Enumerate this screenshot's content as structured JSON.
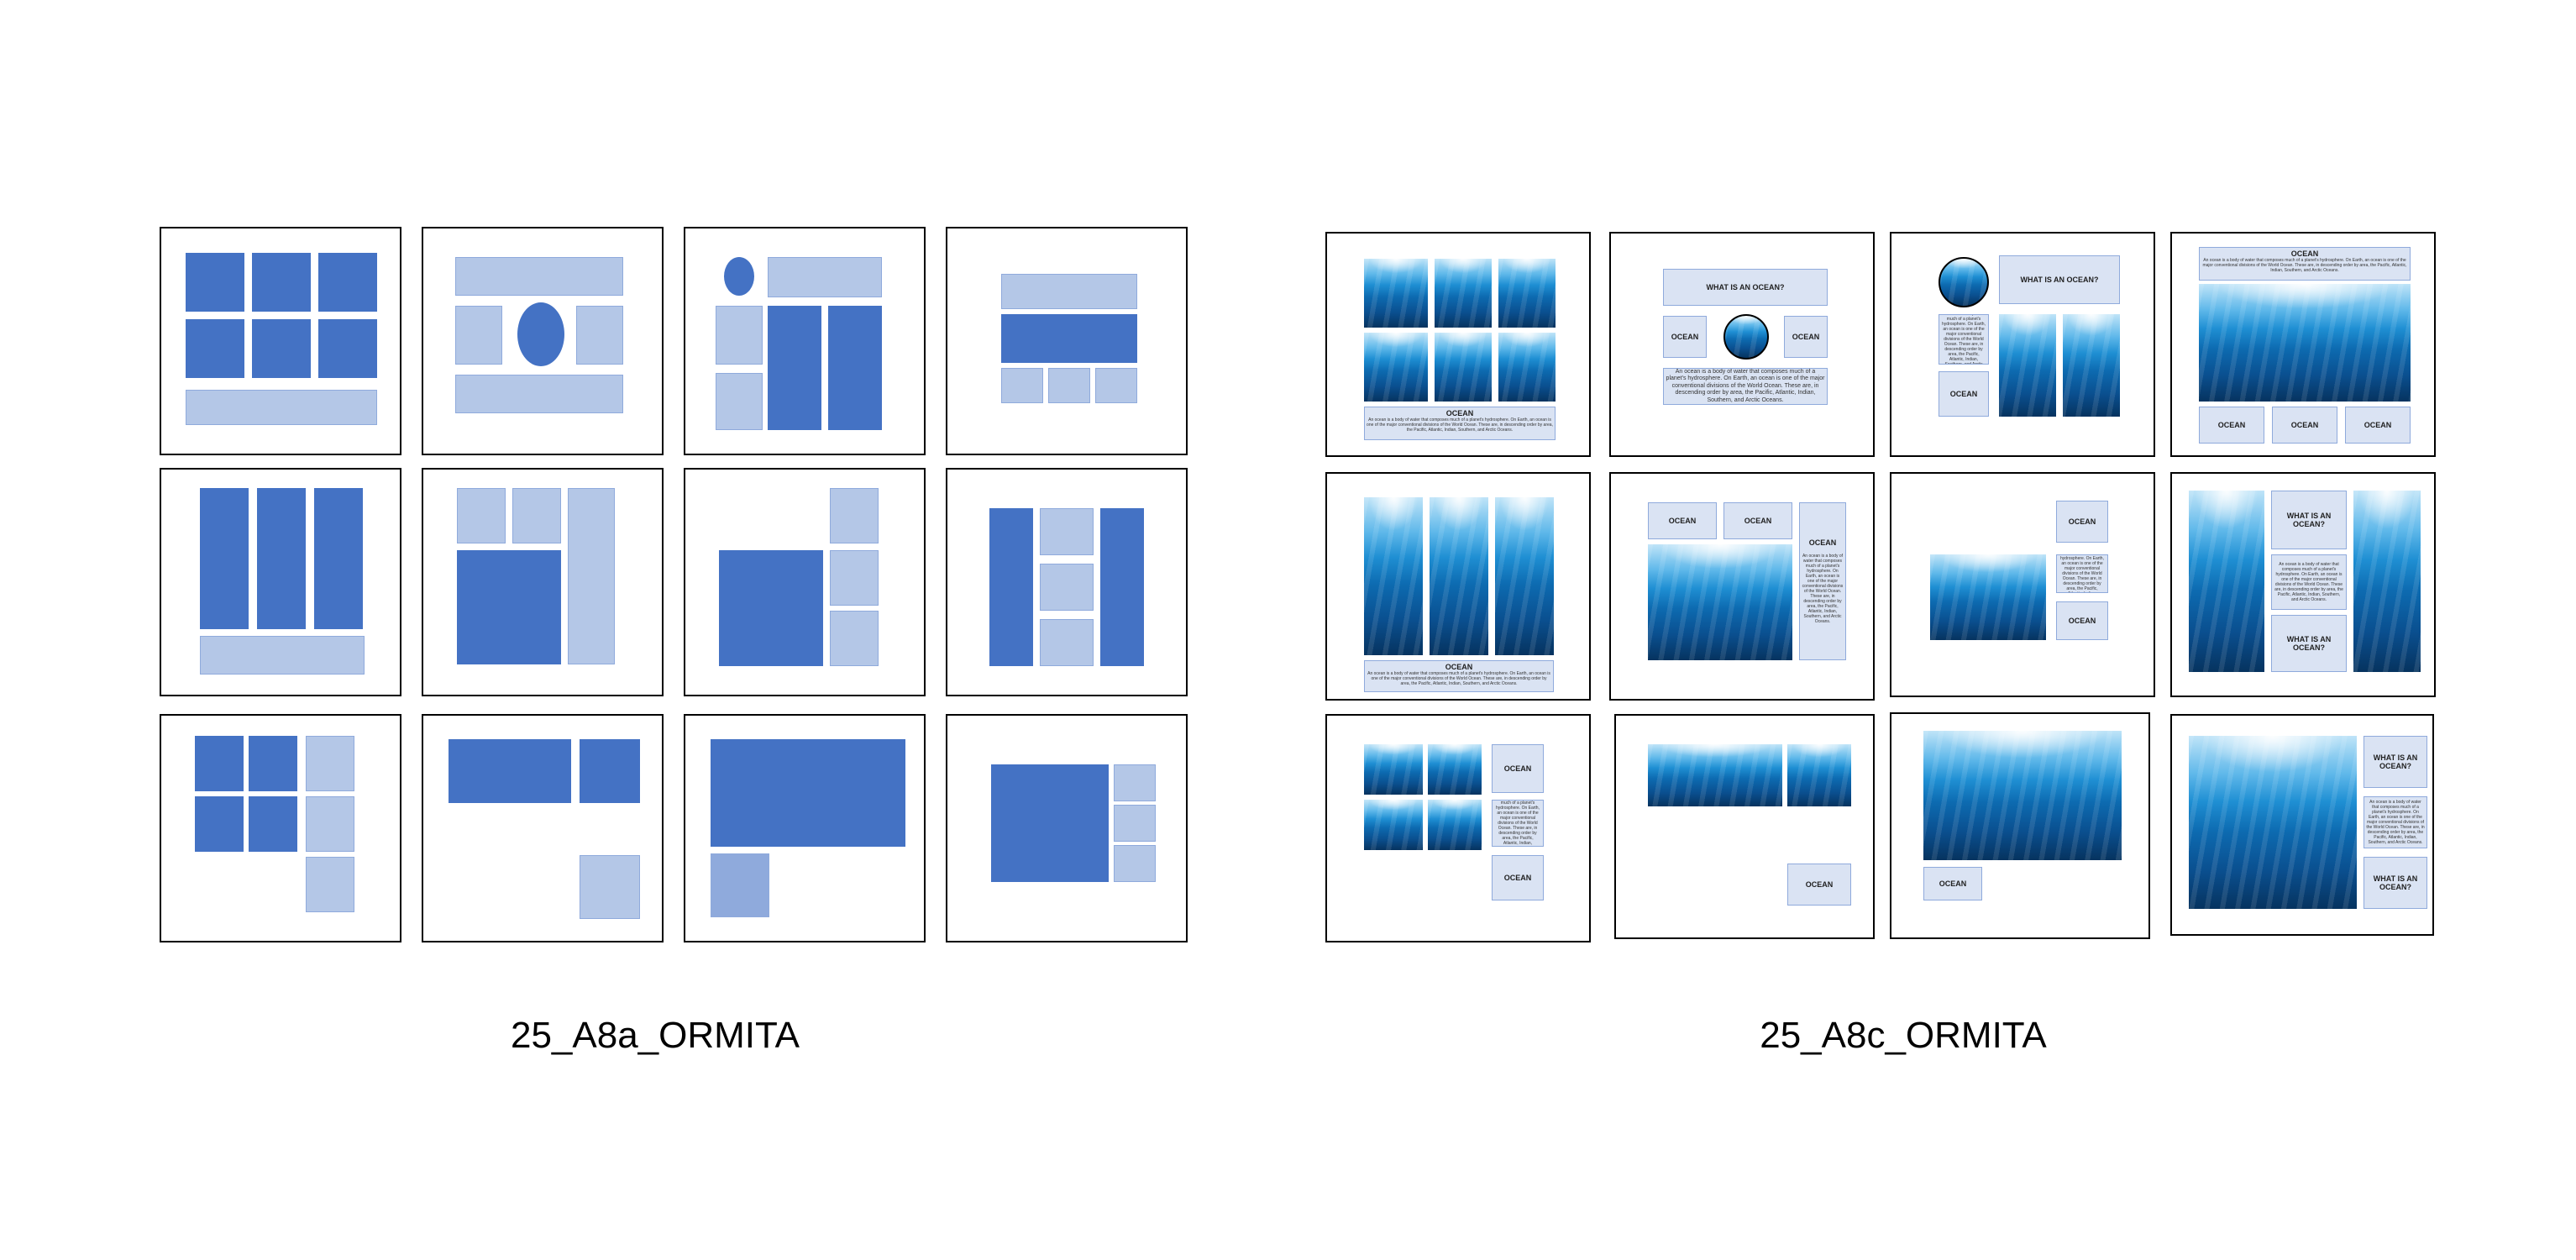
{
  "captions": {
    "left": "25_A8a_ORMITA",
    "right": "25_A8c_ORMITA"
  },
  "labels": {
    "ocean": "OCEAN",
    "what_is": "WHAT IS AN OCEAN?",
    "what_is_short": "WHAT IS AN OCEAN?",
    "paragraph": "An ocean is a body of water that composes much of a planet's hydrosphere. On Earth, an ocean is one of the major conventional divisions of the World Ocean. These are, in descending order by area, the Pacific, Atlantic, Indian, Southern, and Arctic Oceans."
  },
  "colors": {
    "dark_block": "#4472c4",
    "light_block": "#b4c7e7",
    "mid_block": "#8faadc",
    "text_box": "#dae3f3"
  }
}
